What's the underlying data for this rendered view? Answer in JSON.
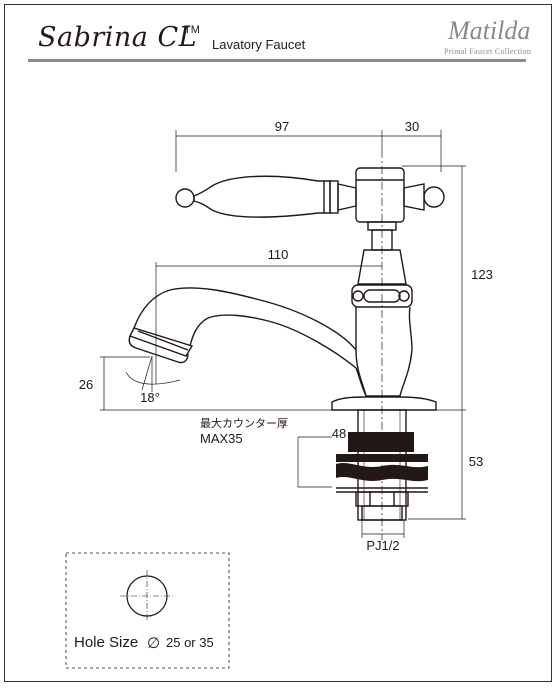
{
  "header": {
    "title": "Sabrina CL",
    "trademark": "TM",
    "subtitle": "Lavatory Faucet",
    "brand": "Matilda",
    "brand_tagline": "Primal Faucet Collection"
  },
  "dimensions": {
    "handle_span": "97",
    "handle_offset": "30",
    "spout_reach": "110",
    "total_height": "123",
    "spout_height": "26",
    "spout_angle": "18°",
    "base_height": "53",
    "base_width": "48",
    "counter_label_jp": "最大カウンター厚",
    "counter_max": "MAX35",
    "thread": "PJ1/2"
  },
  "hole": {
    "label": "Hole Size",
    "symbol": "∅",
    "sizes": "25 or 35"
  },
  "colors": {
    "line": "#231815",
    "accent_gray": "#8c8c8c"
  }
}
